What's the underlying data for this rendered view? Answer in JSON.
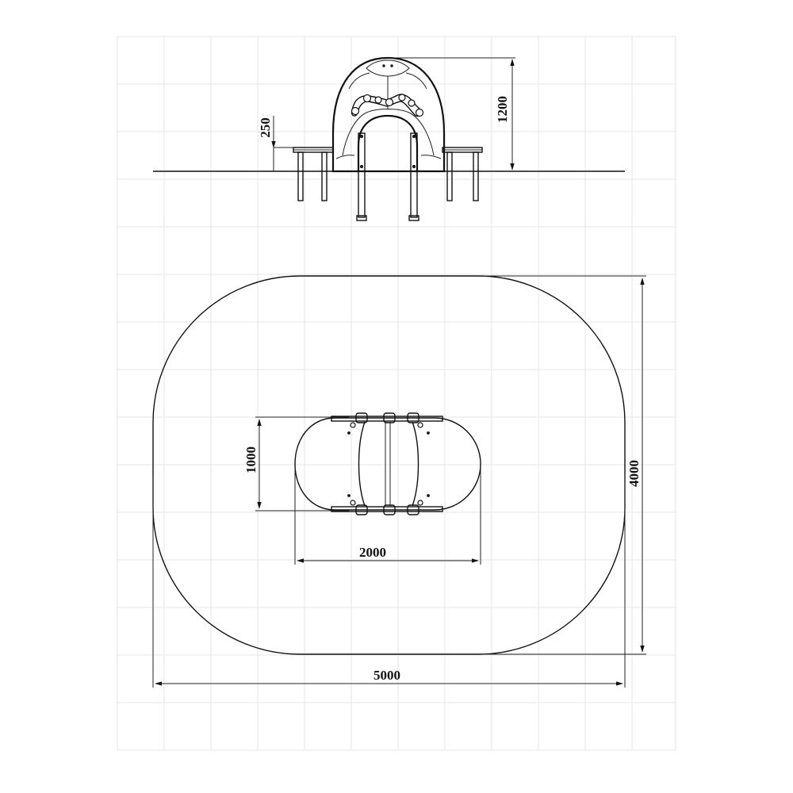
{
  "dimensions": {
    "bench_height": "250",
    "total_height": "1200",
    "equipment_width": "1000",
    "equipment_length": "2000",
    "safety_zone_width": "4000",
    "safety_zone_length": "5000"
  }
}
